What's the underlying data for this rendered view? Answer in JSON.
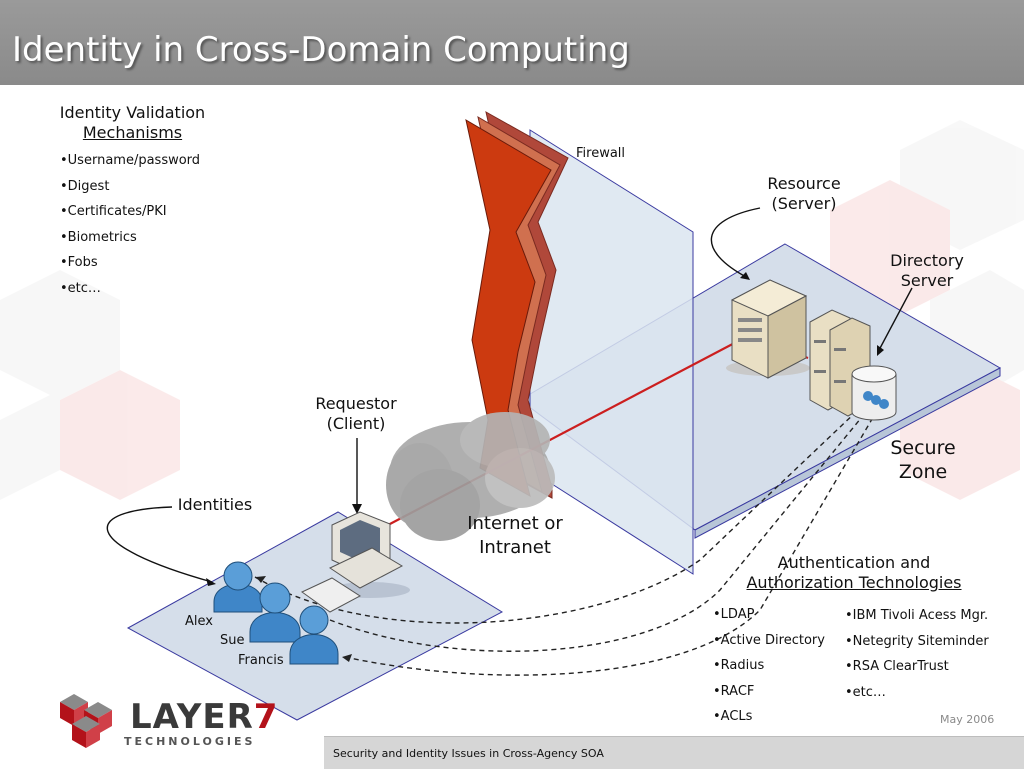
{
  "title": "Identity in Cross-Domain Computing",
  "validation": {
    "heading_line1": "Identity Validation",
    "heading_line2": "Mechanisms",
    "items": [
      "Username/password",
      "Digest",
      "Certificates/PKI",
      "Biometrics",
      "Fobs",
      "etc…"
    ]
  },
  "labels": {
    "firewall": "Firewall",
    "resource_line1": "Resource",
    "resource_line2": "(Server)",
    "directory_line1": "Directory",
    "directory_line2": "Server",
    "requestor_line1": "Requestor",
    "requestor_line2": "(Client)",
    "identities": "Identities",
    "internet_line1": "Internet or",
    "internet_line2": "Intranet",
    "secure_line1": "Secure",
    "secure_line2": "Zone",
    "alex": "Alex",
    "sue": "Sue",
    "francis": "Francis"
  },
  "auth": {
    "heading_line1": "Authentication and",
    "heading_line2": "Authorization Technologies",
    "col1": [
      "LDAP",
      "Active Directory",
      "Radius",
      "RACF",
      "ACLs"
    ],
    "col2": [
      "IBM Tivoli Acess Mgr.",
      "Netegrity Siteminder",
      "RSA ClearTrust",
      "etc…"
    ]
  },
  "footer": {
    "text": "Security and Identity Issues in Cross-Agency SOA",
    "date": "May 2006"
  },
  "logo": {
    "word": "LAYER",
    "number": "7",
    "sub": "TECHNOLOGIES"
  },
  "colors": {
    "title_bar": "#8e8e8e",
    "firewall": "#cc3a10",
    "plane_fill": "#cfd9e6",
    "plane_stroke": "#3a3aa0",
    "user_blue": "#3f86c8",
    "connection_red": "#cc1f1f",
    "logo_red": "#b3121a"
  }
}
